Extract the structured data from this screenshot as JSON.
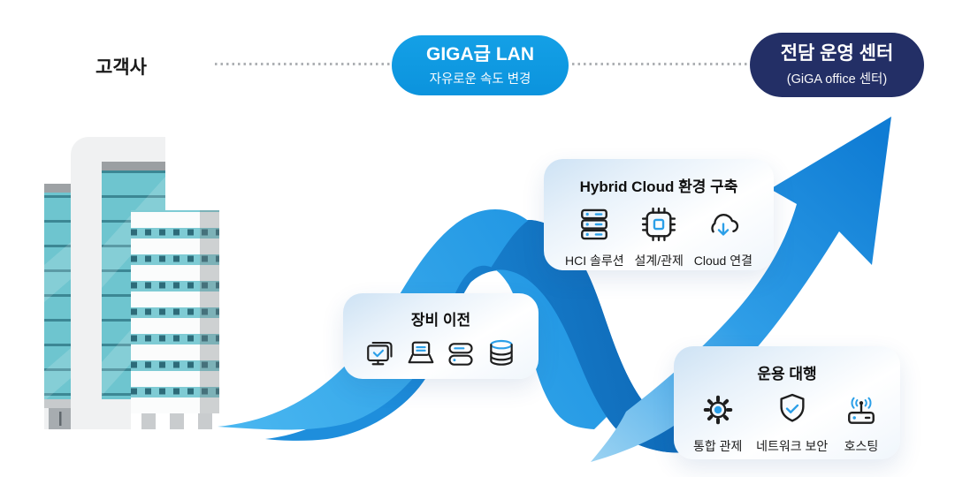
{
  "header": {
    "customer_label": "고객사",
    "pills": {
      "giga": {
        "title": "GIGA급 LAN",
        "subtitle": "자유로운 속도 변경",
        "bg": "#0d9ae1"
      },
      "center": {
        "title": "전담 운영 센터",
        "subtitle": "(GiGA office 센터)",
        "bg": "#232f66"
      }
    },
    "connector_style": "gray-dotted-line"
  },
  "cards": {
    "hybrid": {
      "title": "Hybrid Cloud 환경 구축",
      "items": [
        {
          "icon": "server-stack-icon",
          "label": "HCI 솔루션"
        },
        {
          "icon": "chip-icon",
          "label": "설계/관제"
        },
        {
          "icon": "cloud-download-icon",
          "label": "Cloud 연결"
        }
      ]
    },
    "equipment": {
      "title": "장비 이전",
      "items": [
        {
          "icon": "monitor-check-icon"
        },
        {
          "icon": "laptop-icon"
        },
        {
          "icon": "server-icon"
        },
        {
          "icon": "database-icon"
        }
      ]
    },
    "operations": {
      "title": "운용 대행",
      "items": [
        {
          "icon": "gear-icon",
          "label": "통합 관제"
        },
        {
          "icon": "shield-check-icon",
          "label": "네트워크 보안"
        },
        {
          "icon": "router-icon",
          "label": "호스팅"
        }
      ]
    }
  },
  "illustrations": {
    "building": "office-buildings-teal",
    "wave": "blue-ribbon-wave-rising-arrow"
  },
  "colors": {
    "accent_blue": "#2b9fe8",
    "pill_blue": "#0d9ae1",
    "pill_navy": "#232f66",
    "dotted_line": "#aeb1b4",
    "wave_light": "#2fa7ec",
    "wave_dark": "#0b62b0",
    "building_teal": "#6ec5cf",
    "outline_dark": "#1e1e1e",
    "card_gradient_top": "#cde2f4"
  }
}
